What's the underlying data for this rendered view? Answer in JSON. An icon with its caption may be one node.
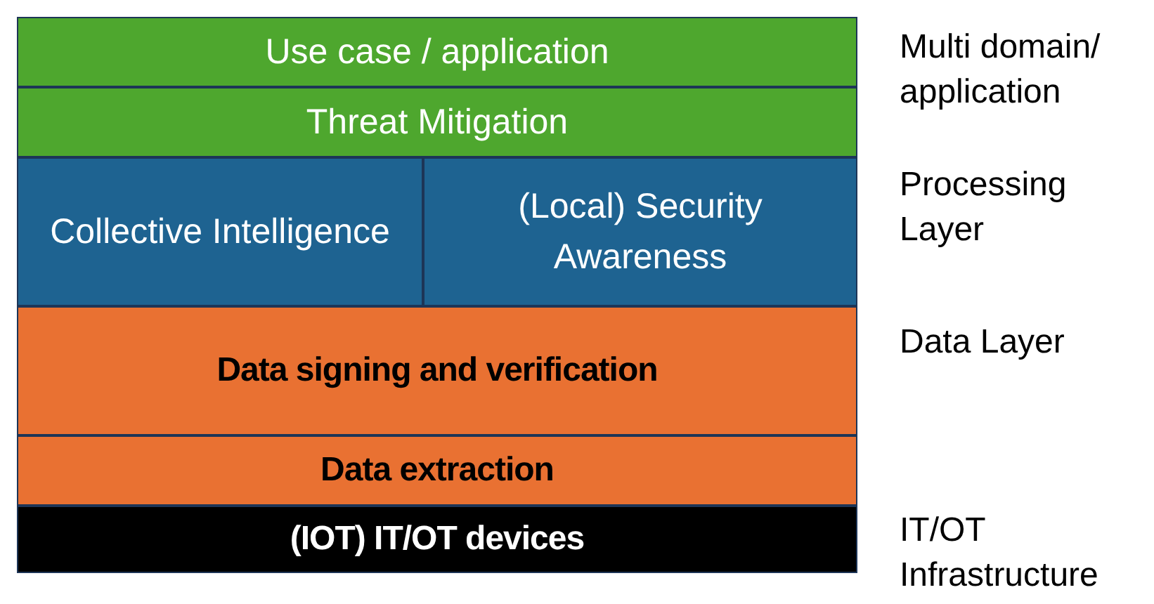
{
  "diagram": {
    "nodes": [
      {
        "text": [
          "Use case / application"
        ]
      },
      {
        "text": [
          "Threat Mitigation"
        ]
      },
      {
        "text": [
          "Collective Intelligence"
        ]
      },
      {
        "text": [
          "(Local) Security Awareness"
        ]
      },
      {
        "text": [
          "Data signing and verification"
        ]
      },
      {
        "text": [
          "Data extraction"
        ]
      },
      {
        "text": [
          "(IOT) IT/OT devices"
        ]
      }
    ],
    "labels": [
      "Multi domain/ application",
      "Processing Layer",
      "Data Layer",
      "IT/OT Infrastructure"
    ]
  }
}
